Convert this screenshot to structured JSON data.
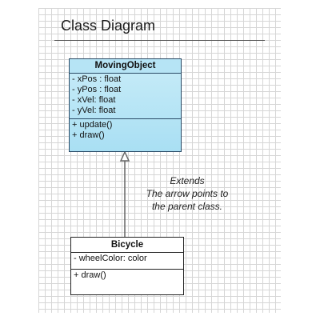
{
  "title": "Class Diagram",
  "classes": {
    "moving_object": {
      "name": "MovingObject",
      "attributes": [
        "- xPos : float",
        "- yPos : float",
        "- xVel: float",
        "- yVel: float"
      ],
      "operations": [
        "+ update()",
        "+ draw()"
      ]
    },
    "bicycle": {
      "name": "Bicycle",
      "attributes": [
        "- wheelColor: color"
      ],
      "operations": [
        "+ draw()"
      ]
    }
  },
  "relationship": {
    "type": "generalization",
    "note_lines": [
      "Extends",
      "The arrow points to",
      "the parent class."
    ]
  }
}
